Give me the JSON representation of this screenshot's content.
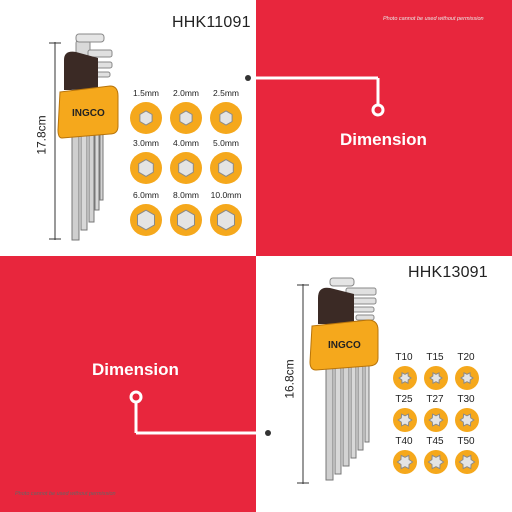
{
  "top_set": {
    "model": "HHK11091",
    "notice": "Photo cannot be used without permission",
    "height": "17.8cm",
    "brand": "INGCO",
    "callout": "Dimension",
    "sizes": [
      "1.5mm",
      "2.0mm",
      "2.5mm",
      "3.0mm",
      "4.0mm",
      "5.0mm",
      "6.0mm",
      "8.0mm",
      "10.0mm"
    ]
  },
  "bottom_set": {
    "model": "HHK13091",
    "notice": "Photo cannot be used without permission",
    "height": "16.8cm",
    "brand": "INGCO",
    "callout": "Dimension",
    "sizes": [
      "T10",
      "T15",
      "T20",
      "T25",
      "T27",
      "T30",
      "T40",
      "T45",
      "T50"
    ]
  },
  "colors": {
    "red": "#e8263d",
    "orange": "#f5a81c",
    "white": "#ffffff"
  }
}
